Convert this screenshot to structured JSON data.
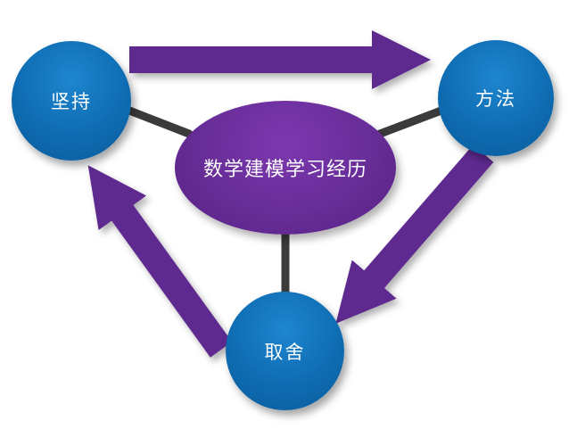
{
  "diagram": {
    "title": "数学建模学习经历",
    "nodes": [
      {
        "id": "jianchi",
        "label": "坚持"
      },
      {
        "id": "fangfa",
        "label": "方法"
      },
      {
        "id": "qushe",
        "label": "取舍"
      }
    ],
    "edges": [
      {
        "from": "坚持",
        "to": "方法",
        "type": "cycle-arrow"
      },
      {
        "from": "方法",
        "to": "取舍",
        "type": "cycle-arrow"
      },
      {
        "from": "取舍",
        "to": "坚持",
        "type": "cycle-arrow"
      },
      {
        "from": "数学建模学习经历",
        "to": "坚持",
        "type": "connector"
      },
      {
        "from": "数学建模学习经历",
        "to": "方法",
        "type": "connector"
      },
      {
        "from": "数学建模学习经历",
        "to": "取舍",
        "type": "connector"
      }
    ],
    "colors": {
      "node_blue": "#0f6cb2",
      "center_purple": "#652c95",
      "arrow_purple": "#5f2a8f",
      "connector_gray": "#3b3b3b",
      "text": "#ffffff",
      "background": "#ffffff"
    }
  }
}
